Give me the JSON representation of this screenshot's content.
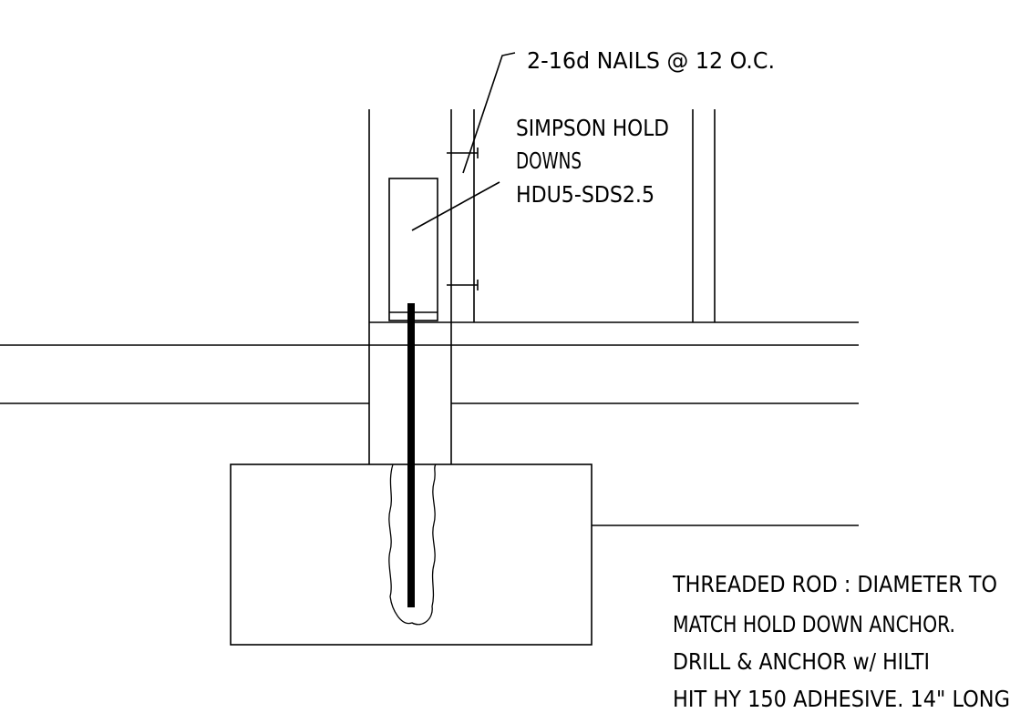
{
  "labels": {
    "nails": "2-16d NAILS @ 12 O.C.",
    "holddown_line1": "SIMPSON HOLD",
    "holddown_line2": "DOWNS",
    "holddown_line3": "HDU5-SDS2.5",
    "rod_line1": "THREADED ROD : DIAMETER TO",
    "rod_line2": "MATCH HOLD DOWN ANCHOR.",
    "rod_line3": "DRILL & ANCHOR w/ HILTI",
    "rod_line4": "HIT HY 150 ADHESIVE. 14\" LONG"
  }
}
